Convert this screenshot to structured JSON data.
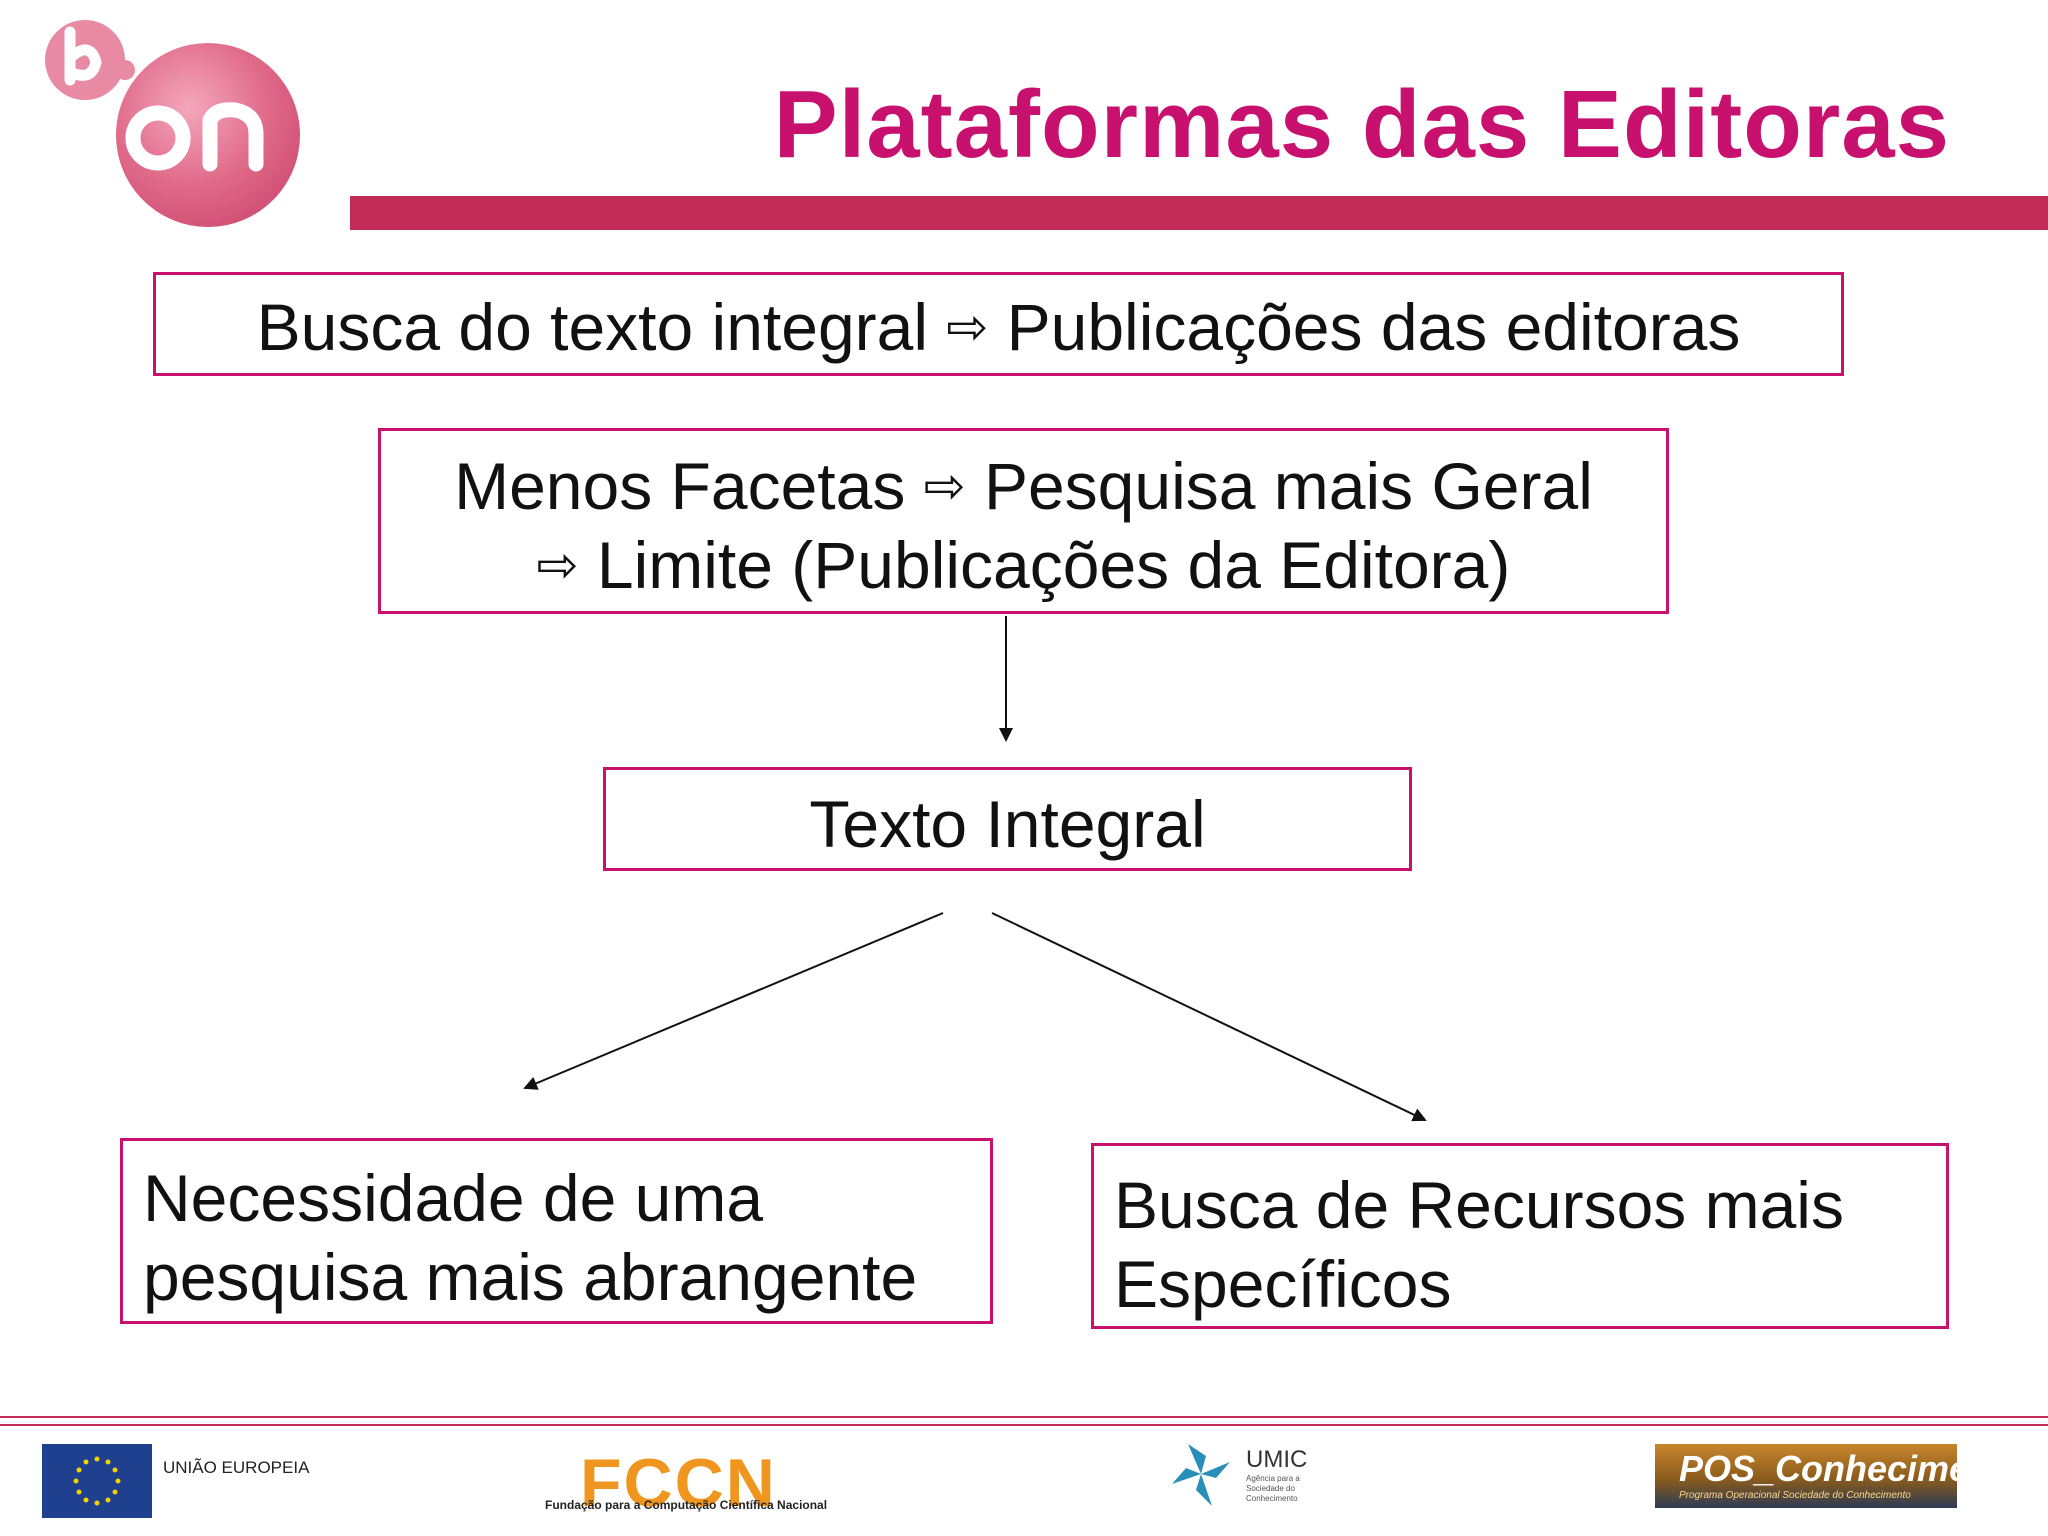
{
  "slide": {
    "title": "Plataformas das Editoras",
    "logo_text": "b-on",
    "accent_color": "#c8106e",
    "bar_color": "#c22d58"
  },
  "diagram": {
    "nodes": [
      {
        "id": "busca",
        "text_a": "Busca do texto integral",
        "arrow": "⇨",
        "text_b": "Publicações das editoras"
      },
      {
        "id": "menos",
        "line1_a": "Menos Facetas",
        "arrow": "⇨",
        "line1_b": "Pesquisa mais Geral",
        "line2": "Limite (Publicações da Editora)"
      },
      {
        "id": "texto",
        "text": "Texto Integral"
      },
      {
        "id": "necessidade",
        "line1": "Necessidade de uma",
        "line2": "pesquisa mais abrangente"
      },
      {
        "id": "recursos",
        "line1": "Busca de Recursos mais",
        "line2": "Específicos"
      }
    ],
    "edges": [
      {
        "from": "menos",
        "to": "texto"
      },
      {
        "from": "texto",
        "to": "necessidade"
      },
      {
        "from": "texto",
        "to": "recursos"
      }
    ]
  },
  "footer": {
    "eu_label": "UNIÃO EUROPEIA",
    "fccn_name": "FCCN",
    "fccn_subtitle": "Fundação para a Computação Científica Nacional",
    "umic_name": "UMIC",
    "umic_subtitle": "Agência para a\nSociedade do\nConhecimento",
    "pos_name": "POS_Conhecimento",
    "pos_subtitle": "Programa Operacional Sociedade do Conhecimento"
  }
}
